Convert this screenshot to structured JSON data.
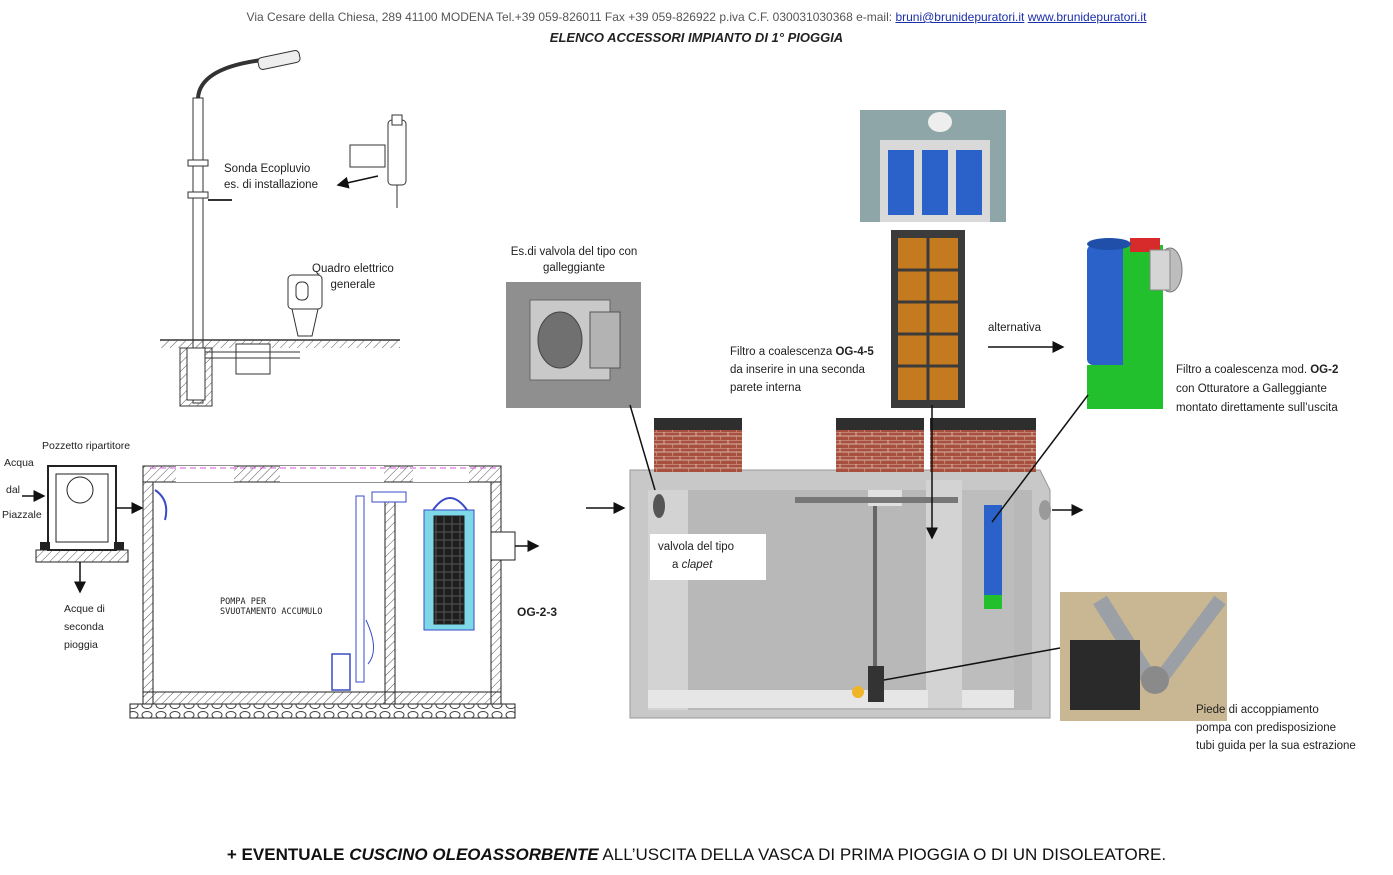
{
  "header": {
    "address": "Via Cesare della Chiesa, 289  41100 MODENA Tel.+39  059-826011  Fax +39 059-826922   p.iva  C.F. 030031030368  e-mail:",
    "email": "bruni@brunidepuratori.it",
    "website": "www.brunidepuratori.it",
    "subtitle": "ELENCO ACCESSORI  IMPIANTO DI 1° PIOGGIA"
  },
  "labels": {
    "sonda_line1": "Sonda Ecopluvio",
    "sonda_line2": "es. di installazione",
    "quadro_line1": "Quadro elettrico",
    "quadro_line2": "generale",
    "pozzetto": "Pozzetto ripartitore",
    "acqua": "Acqua",
    "dal": "dal",
    "piazzale": "Piazzale",
    "seconda_line1": "Acque di",
    "seconda_line2": "seconda",
    "seconda_line3": "pioggia",
    "pompa_line1": "POMPA PER",
    "pompa_line2": "SVUOTAMENTO ACCUMULO",
    "og23": "OG-2-3",
    "valvola_ex_line1": "Es.di valvola del tipo con",
    "valvola_ex_line2": "galleggiante",
    "filtro_og45_prefix": "Filtro a coalescenza ",
    "filtro_og45_code": "OG-4-5",
    "filtro_og45_line2": "da inserire in una seconda",
    "filtro_og45_line3": "parete interna",
    "alternativa": "alternativa",
    "filtro_og2_prefix": "Filtro a coalescenza mod. ",
    "filtro_og2_code": "OG-2",
    "filtro_og2_line2": "con  Otturatore  a Galleggiante",
    "filtro_og2_line3": "montato direttamente sull’uscita",
    "clapet_line1": "valvola del tipo",
    "clapet_line2_prefix": "a ",
    "clapet_line2_italic": "clapet",
    "piede_line1": "Piede di accoppiamento",
    "piede_line2": "pompa con predisposizione",
    "piede_line3": "tubi guida per la sua estrazione"
  },
  "footer": {
    "plus": "+ EVENTUALE ",
    "highlight": "CUSCINO OLEOASSORBENTE",
    "rest": " ALL’USCITA DELLA VASCA DI PRIMA PIOGGIA O DI UN DISOLEATORE."
  },
  "colors": {
    "concrete": "#c8c8c8",
    "brick": "#a8503f",
    "filter_blue": "#2a62c9",
    "filter_green": "#22c02c",
    "filter_red": "#d72a2a",
    "magenta_line": "#d25ad6"
  }
}
